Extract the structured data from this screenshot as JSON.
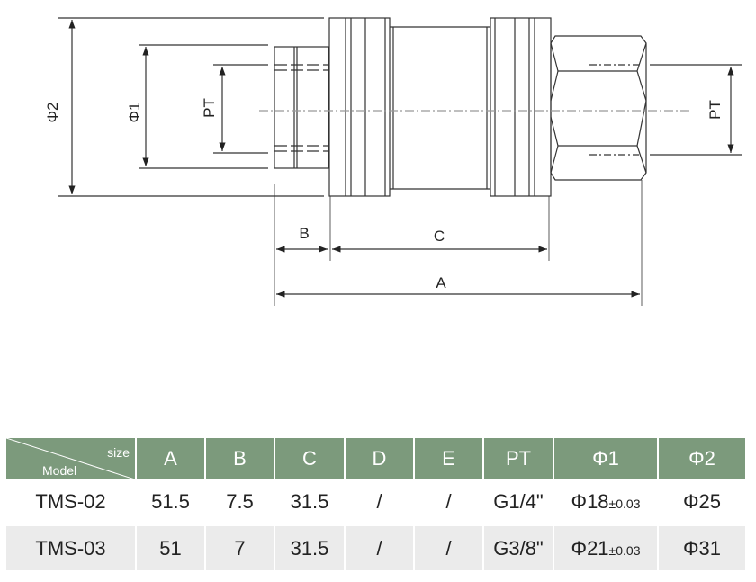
{
  "drawing": {
    "labels": {
      "phi2": "Φ2",
      "phi1": "Φ1",
      "pt_left": "PT",
      "pt_right": "PT",
      "b": "B",
      "c": "C",
      "a": "A"
    }
  },
  "table": {
    "corner": {
      "size": "size",
      "model": "Model"
    },
    "headers": [
      "A",
      "B",
      "C",
      "D",
      "E",
      "PT",
      "Φ1",
      "Φ2"
    ],
    "rows": [
      {
        "model": "TMS-02",
        "a": "51.5",
        "b": "7.5",
        "c": "31.5",
        "d": "/",
        "e": "/",
        "pt": "G1/4\"",
        "phi1": "Φ18",
        "phi1_tol": "±0.03",
        "phi2": "Φ25"
      },
      {
        "model": "TMS-03",
        "a": "51",
        "b": "7",
        "c": "31.5",
        "d": "/",
        "e": "/",
        "pt": "G3/8\"",
        "phi1": "Φ21",
        "phi1_tol": "±0.03",
        "phi2": "Φ31"
      }
    ]
  },
  "colors": {
    "header": "#7c9a7c",
    "row_alt": "#ebebeb"
  }
}
